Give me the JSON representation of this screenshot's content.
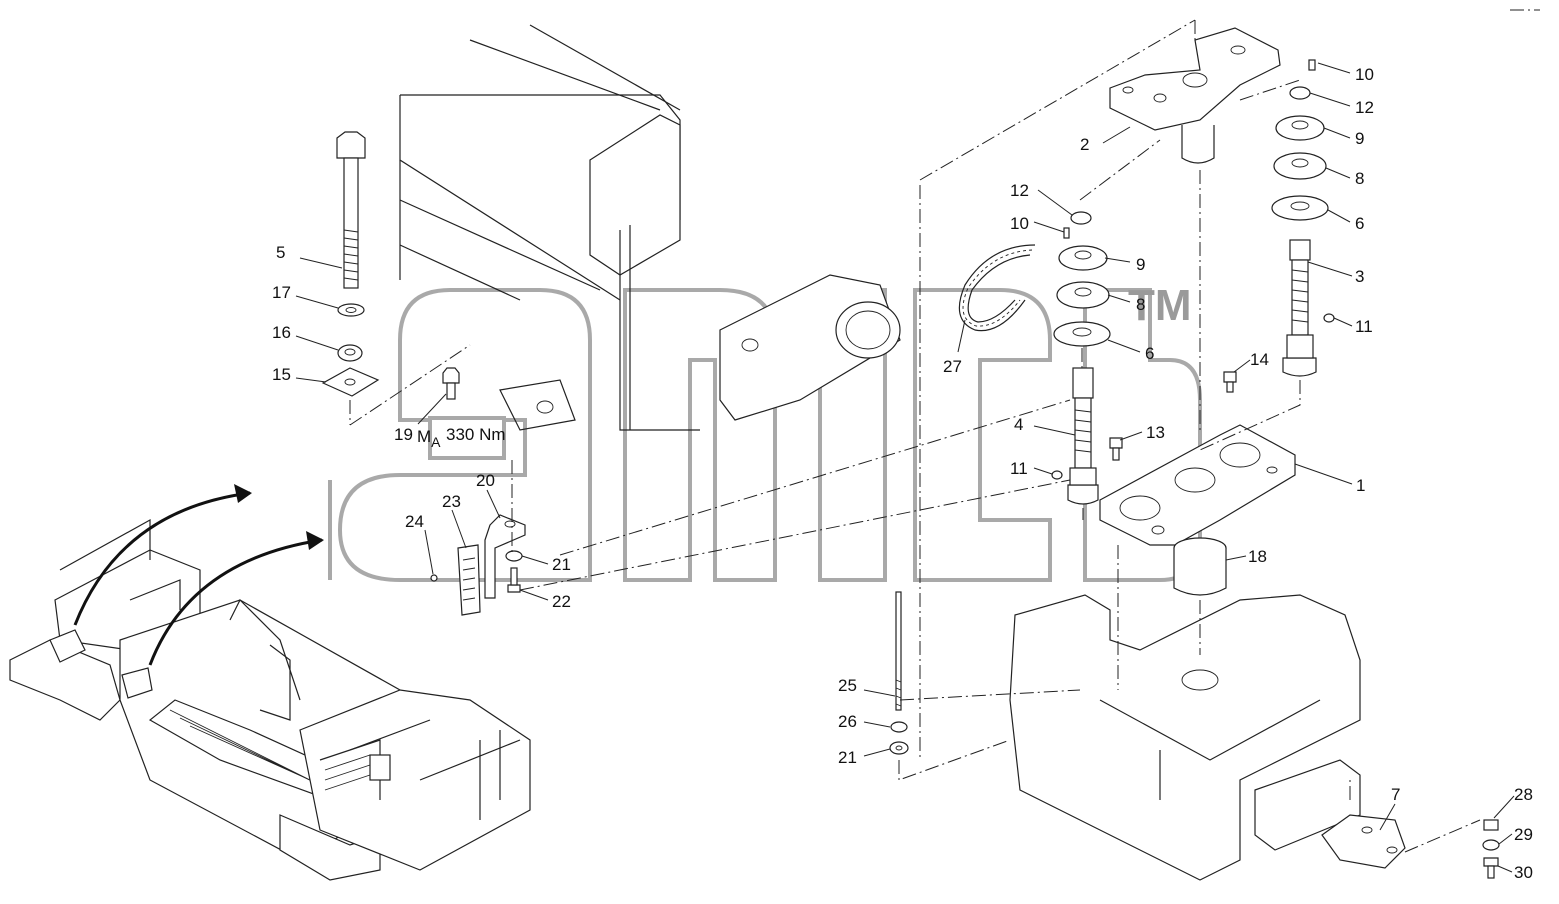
{
  "torque_box": {
    "prefix": "M",
    "subscript": "A",
    "value": "330 Nm"
  },
  "watermark": {
    "trademark": "TM"
  },
  "callouts": [
    {
      "id": "c10a",
      "text": "10"
    },
    {
      "id": "c12a",
      "text": "12"
    },
    {
      "id": "c9a",
      "text": "9"
    },
    {
      "id": "c8a",
      "text": "8"
    },
    {
      "id": "c6a",
      "text": "6"
    },
    {
      "id": "c3",
      "text": "3"
    },
    {
      "id": "c11a",
      "text": "11"
    },
    {
      "id": "c14",
      "text": "14"
    },
    {
      "id": "c13",
      "text": "13"
    },
    {
      "id": "c1",
      "text": "1"
    },
    {
      "id": "c18",
      "text": "18"
    },
    {
      "id": "c2",
      "text": "2"
    },
    {
      "id": "c12b",
      "text": "12"
    },
    {
      "id": "c10b",
      "text": "10"
    },
    {
      "id": "c9b",
      "text": "9"
    },
    {
      "id": "c8b",
      "text": "8"
    },
    {
      "id": "c6b",
      "text": "6"
    },
    {
      "id": "c27",
      "text": "27"
    },
    {
      "id": "c4",
      "text": "4"
    },
    {
      "id": "c11b",
      "text": "11"
    },
    {
      "id": "c5",
      "text": "5"
    },
    {
      "id": "c17",
      "text": "17"
    },
    {
      "id": "c16",
      "text": "16"
    },
    {
      "id": "c15",
      "text": "15"
    },
    {
      "id": "c19",
      "text": "19"
    },
    {
      "id": "c20",
      "text": "20"
    },
    {
      "id": "c23",
      "text": "23"
    },
    {
      "id": "c24",
      "text": "24"
    },
    {
      "id": "c21a",
      "text": "21"
    },
    {
      "id": "c22",
      "text": "22"
    },
    {
      "id": "c25",
      "text": "25"
    },
    {
      "id": "c26",
      "text": "26"
    },
    {
      "id": "c21b",
      "text": "21"
    },
    {
      "id": "c7",
      "text": "7"
    },
    {
      "id": "c28",
      "text": "28"
    },
    {
      "id": "c29",
      "text": "29"
    },
    {
      "id": "c30",
      "text": "30"
    }
  ]
}
